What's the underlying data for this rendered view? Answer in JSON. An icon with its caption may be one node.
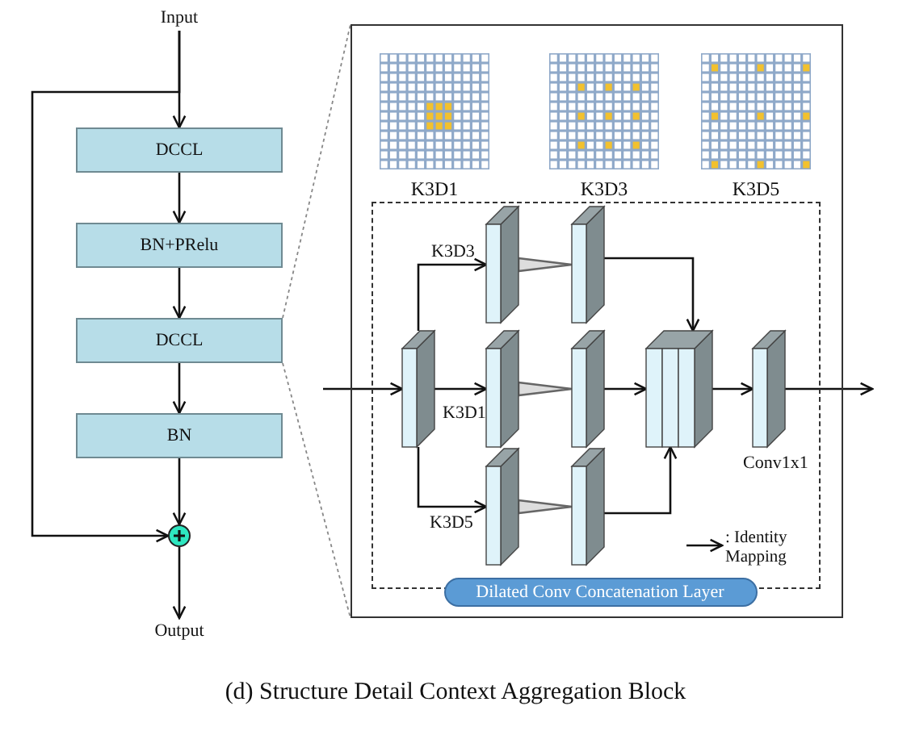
{
  "diagram": {
    "caption": "(d) Structure Detail Context Aggregation Block",
    "nodes": [
      {
        "text": [
          "Input"
        ]
      },
      {
        "text": [
          "DCCL"
        ]
      },
      {
        "text": [
          "BN+PRelu"
        ]
      },
      {
        "text": [
          "DCCL"
        ]
      },
      {
        "text": [
          "BN"
        ]
      },
      {
        "text": [],
        "shape": "circle"
      },
      {
        "text": [
          "Output"
        ]
      },
      {
        "text": [],
        "shape": "box"
      },
      {
        "text": [
          "Dilated Conv Concatenation Layer"
        ],
        "in": 7
      },
      {
        "text": [],
        "shape": "box",
        "in": 8
      },
      {
        "text": [],
        "shape": "box",
        "in": 8
      },
      {
        "text": [],
        "shape": "box",
        "in": 8
      },
      {
        "text": [],
        "shape": "box",
        "in": 8
      },
      {
        "text": [],
        "shape": "box",
        "in": 8
      },
      {
        "text": [],
        "shape": "box",
        "in": 8
      },
      {
        "text": [],
        "shape": "box",
        "in": 8
      },
      {
        "text": [],
        "shape": "box",
        "in": 8
      },
      {
        "text": [],
        "shape": "box",
        "in": 8,
        "beside": [
          "Conv1x1"
        ]
      }
    ],
    "edges": [
      {
        "from": 0,
        "to": 1,
        "arrow": "to"
      },
      {
        "from": 1,
        "to": 2,
        "arrow": "to"
      },
      {
        "from": 2,
        "to": 3,
        "arrow": "to"
      },
      {
        "from": 3,
        "to": 4,
        "arrow": "to"
      },
      {
        "from": 4,
        "to": 5,
        "arrow": "to"
      },
      {
        "from": 0,
        "to": 5,
        "arrow": "to"
      },
      {
        "from": 5,
        "to": 6,
        "arrow": "to"
      },
      {
        "from": 3,
        "to": 7,
        "arrow": "none",
        "style": "dashed",
        "color": "#888888"
      },
      {
        "from": 3,
        "to": 7,
        "arrow": "none",
        "style": "dashed",
        "color": "#888888"
      },
      {
        "from": null,
        "to": 9,
        "arrow": "to"
      },
      {
        "from": 9,
        "to": 10,
        "arrow": "to",
        "label": "K3D3"
      },
      {
        "from": 9,
        "to": 12,
        "arrow": "to",
        "label": "K3D1"
      },
      {
        "from": 9,
        "to": 14,
        "arrow": "to",
        "label": "K3D5"
      },
      {
        "from": 10,
        "to": 11,
        "arrow": "none",
        "color": "#666666"
      },
      {
        "from": 12,
        "to": 13,
        "arrow": "none",
        "color": "#666666"
      },
      {
        "from": 14,
        "to": 15,
        "arrow": "none",
        "color": "#666666"
      },
      {
        "from": 11,
        "to": 16,
        "arrow": "to"
      },
      {
        "from": 13,
        "to": 16,
        "arrow": "to"
      },
      {
        "from": 15,
        "to": 16,
        "arrow": "to"
      },
      {
        "from": 16,
        "to": 17,
        "arrow": "to"
      },
      {
        "from": 17,
        "to": null,
        "arrow": "to"
      }
    ],
    "labels": [
      "K3D1",
      "K3D3",
      "K3D5"
    ],
    "legend": [
      {
        "text": ": Identity Mapping"
      }
    ]
  }
}
